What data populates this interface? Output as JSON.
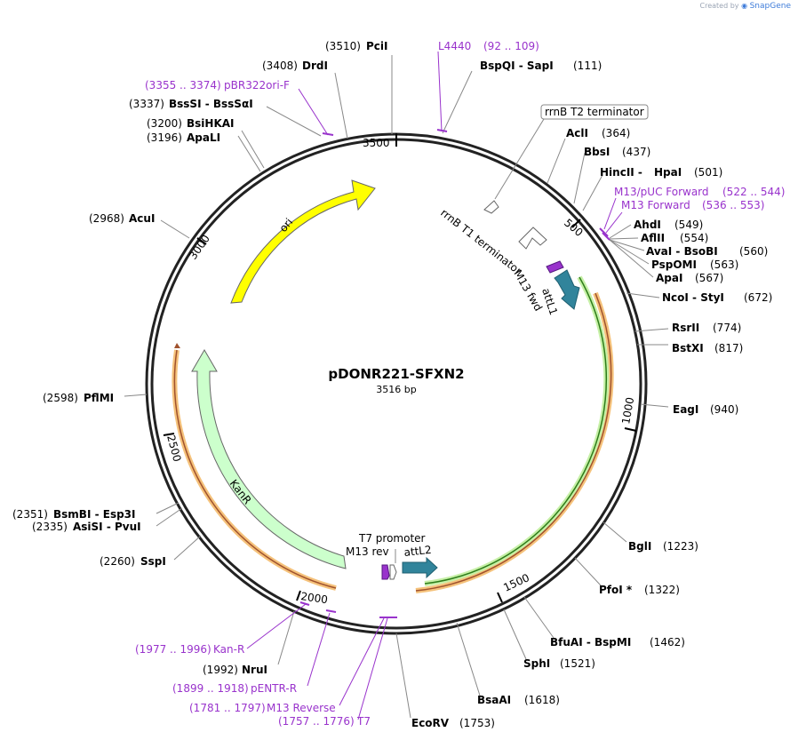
{
  "branding": {
    "prefix": "Created by",
    "product": "SnapGene"
  },
  "plasmid": {
    "name": "pDONR221-SFXN2",
    "size_label": "3516 bp"
  },
  "ticks": [
    "500",
    "1000",
    "1500",
    "2000",
    "2500",
    "3000",
    "3500"
  ],
  "sites": [
    {
      "name": "PciI",
      "pos": "(3510)"
    },
    {
      "name": "DrdI",
      "pos": "(3408)"
    },
    {
      "name": "BssSI - BssSαI",
      "pos": "(3337)"
    },
    {
      "name": "BsiHKAI",
      "pos": "(3200)"
    },
    {
      "name": "ApaLI",
      "pos": "(3196)"
    },
    {
      "name": "AcuI",
      "pos": "(2968)"
    },
    {
      "name": "PflMI",
      "pos": "(2598)"
    },
    {
      "name": "BsmBI - Esp3I",
      "pos": "(2351)"
    },
    {
      "name": "AsiSI - PvuI",
      "pos": "(2335)"
    },
    {
      "name": "SspI",
      "pos": "(2260)"
    },
    {
      "name": "NruI",
      "pos": "(1992)"
    },
    {
      "name": "EcoRV",
      "pos": "(1753)"
    },
    {
      "name": "BsaAI",
      "pos": "(1618)"
    },
    {
      "name": "SphI",
      "pos": "(1521)"
    },
    {
      "name": "BfuAI - BspMI",
      "pos": "(1462)"
    },
    {
      "name": "PfoI *",
      "pos": "(1322)"
    },
    {
      "name": "BglI",
      "pos": "(1223)"
    },
    {
      "name": "EagI",
      "pos": "(940)"
    },
    {
      "name": "BstXI",
      "pos": "(817)"
    },
    {
      "name": "RsrII",
      "pos": "(774)"
    },
    {
      "name": "NcoI - StyI",
      "pos": "(672)"
    },
    {
      "name": "ApaI",
      "pos": "(567)"
    },
    {
      "name": "PspOMI",
      "pos": "(563)"
    },
    {
      "name": "AvaI - BsoBI",
      "pos": "(560)"
    },
    {
      "name": "AflII",
      "pos": "(554)"
    },
    {
      "name": "AhdI",
      "pos": "(549)"
    },
    {
      "name": "HpaI",
      "pos": "(501)"
    },
    {
      "name": "BbsI",
      "pos": "(437)"
    },
    {
      "name": "AclI",
      "pos": "(364)"
    },
    {
      "name": "BspQI - SapI",
      "pos": "(111)"
    }
  ],
  "primers": [
    {
      "name": "L4440",
      "range": "(92 .. 109)"
    },
    {
      "name": "pBR322ori-F",
      "range": "(3355 .. 3374)"
    },
    {
      "name": "M13/pUC Forward",
      "range": "(522 .. 544)"
    },
    {
      "name": "M13 Forward",
      "range": "(536 .. 553)"
    },
    {
      "name": "Kan-R",
      "range": "(1977 .. 1996)"
    },
    {
      "name": "pENTR-R",
      "range": "(1899 .. 1918)"
    },
    {
      "name": "M13 Reverse",
      "range": "(1781 .. 1797)"
    },
    {
      "name": "T7",
      "range": "(1757 .. 1776)"
    }
  ],
  "features": [
    {
      "name": "ori",
      "color": "#ffff00"
    },
    {
      "name": "KanR",
      "color": "#ccffcc"
    },
    {
      "name": "attL1",
      "color": "#31849b"
    },
    {
      "name": "attL2",
      "color": "#31849b"
    },
    {
      "name": "M13 fwd",
      "color": "#9933cc"
    },
    {
      "name": "M13 rev",
      "color": "#9933cc"
    },
    {
      "name": "rrnB T1 terminator",
      "color": "#ffffff"
    },
    {
      "name": "rrnB T2 terminator",
      "color": "#ffffff"
    },
    {
      "name": "T7 promoter",
      "color": "#ffffff"
    }
  ]
}
